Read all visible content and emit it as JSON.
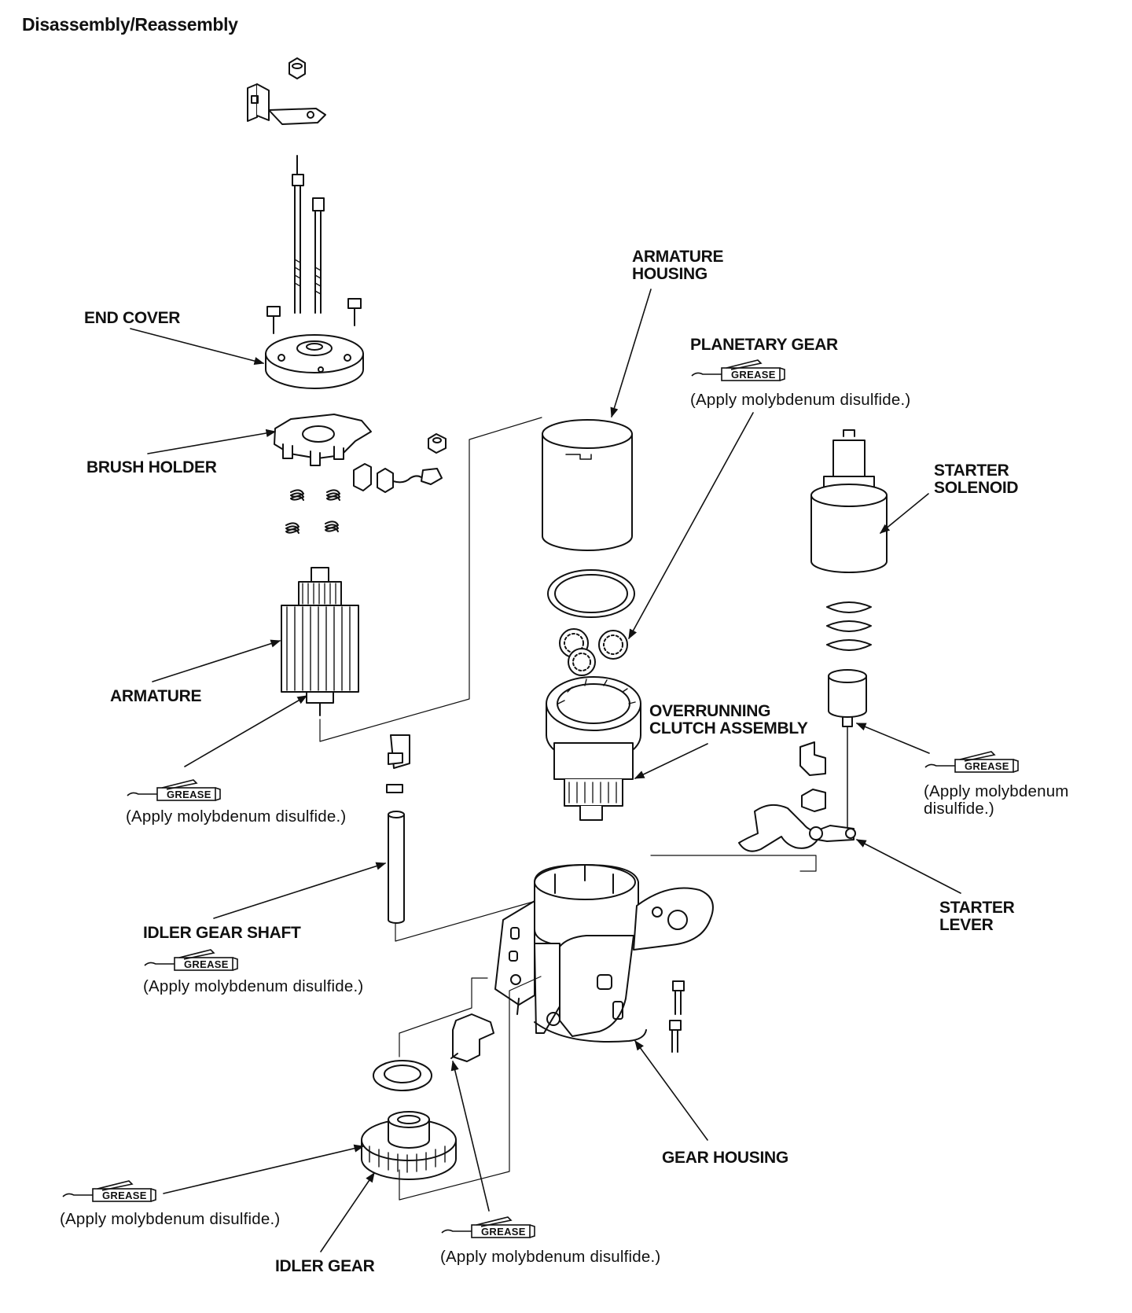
{
  "title": "Disassembly/Reassembly",
  "labels": {
    "end_cover": "END COVER",
    "brush_holder": "BRUSH HOLDER",
    "armature": "ARMATURE",
    "armature_housing": "ARMATURE\nHOUSING",
    "planetary_gear": "PLANETARY GEAR",
    "starter_solenoid": "STARTER\nSOLENOID",
    "overrunning_clutch": "OVERRUNNING\nCLUTCH ASSEMBLY",
    "starter_lever": "STARTER\nLEVER",
    "idler_gear_shaft": "IDLER GEAR SHAFT",
    "gear_housing": "GEAR HOUSING",
    "idler_gear": "IDLER GEAR"
  },
  "grease": {
    "word": "GREASE",
    "note": "(Apply molybdenum disulfide.)",
    "note_wrapped": "(Apply molybdenum\ndisulfide.)"
  },
  "colors": {
    "ink": "#111111",
    "paper": "#ffffff"
  }
}
